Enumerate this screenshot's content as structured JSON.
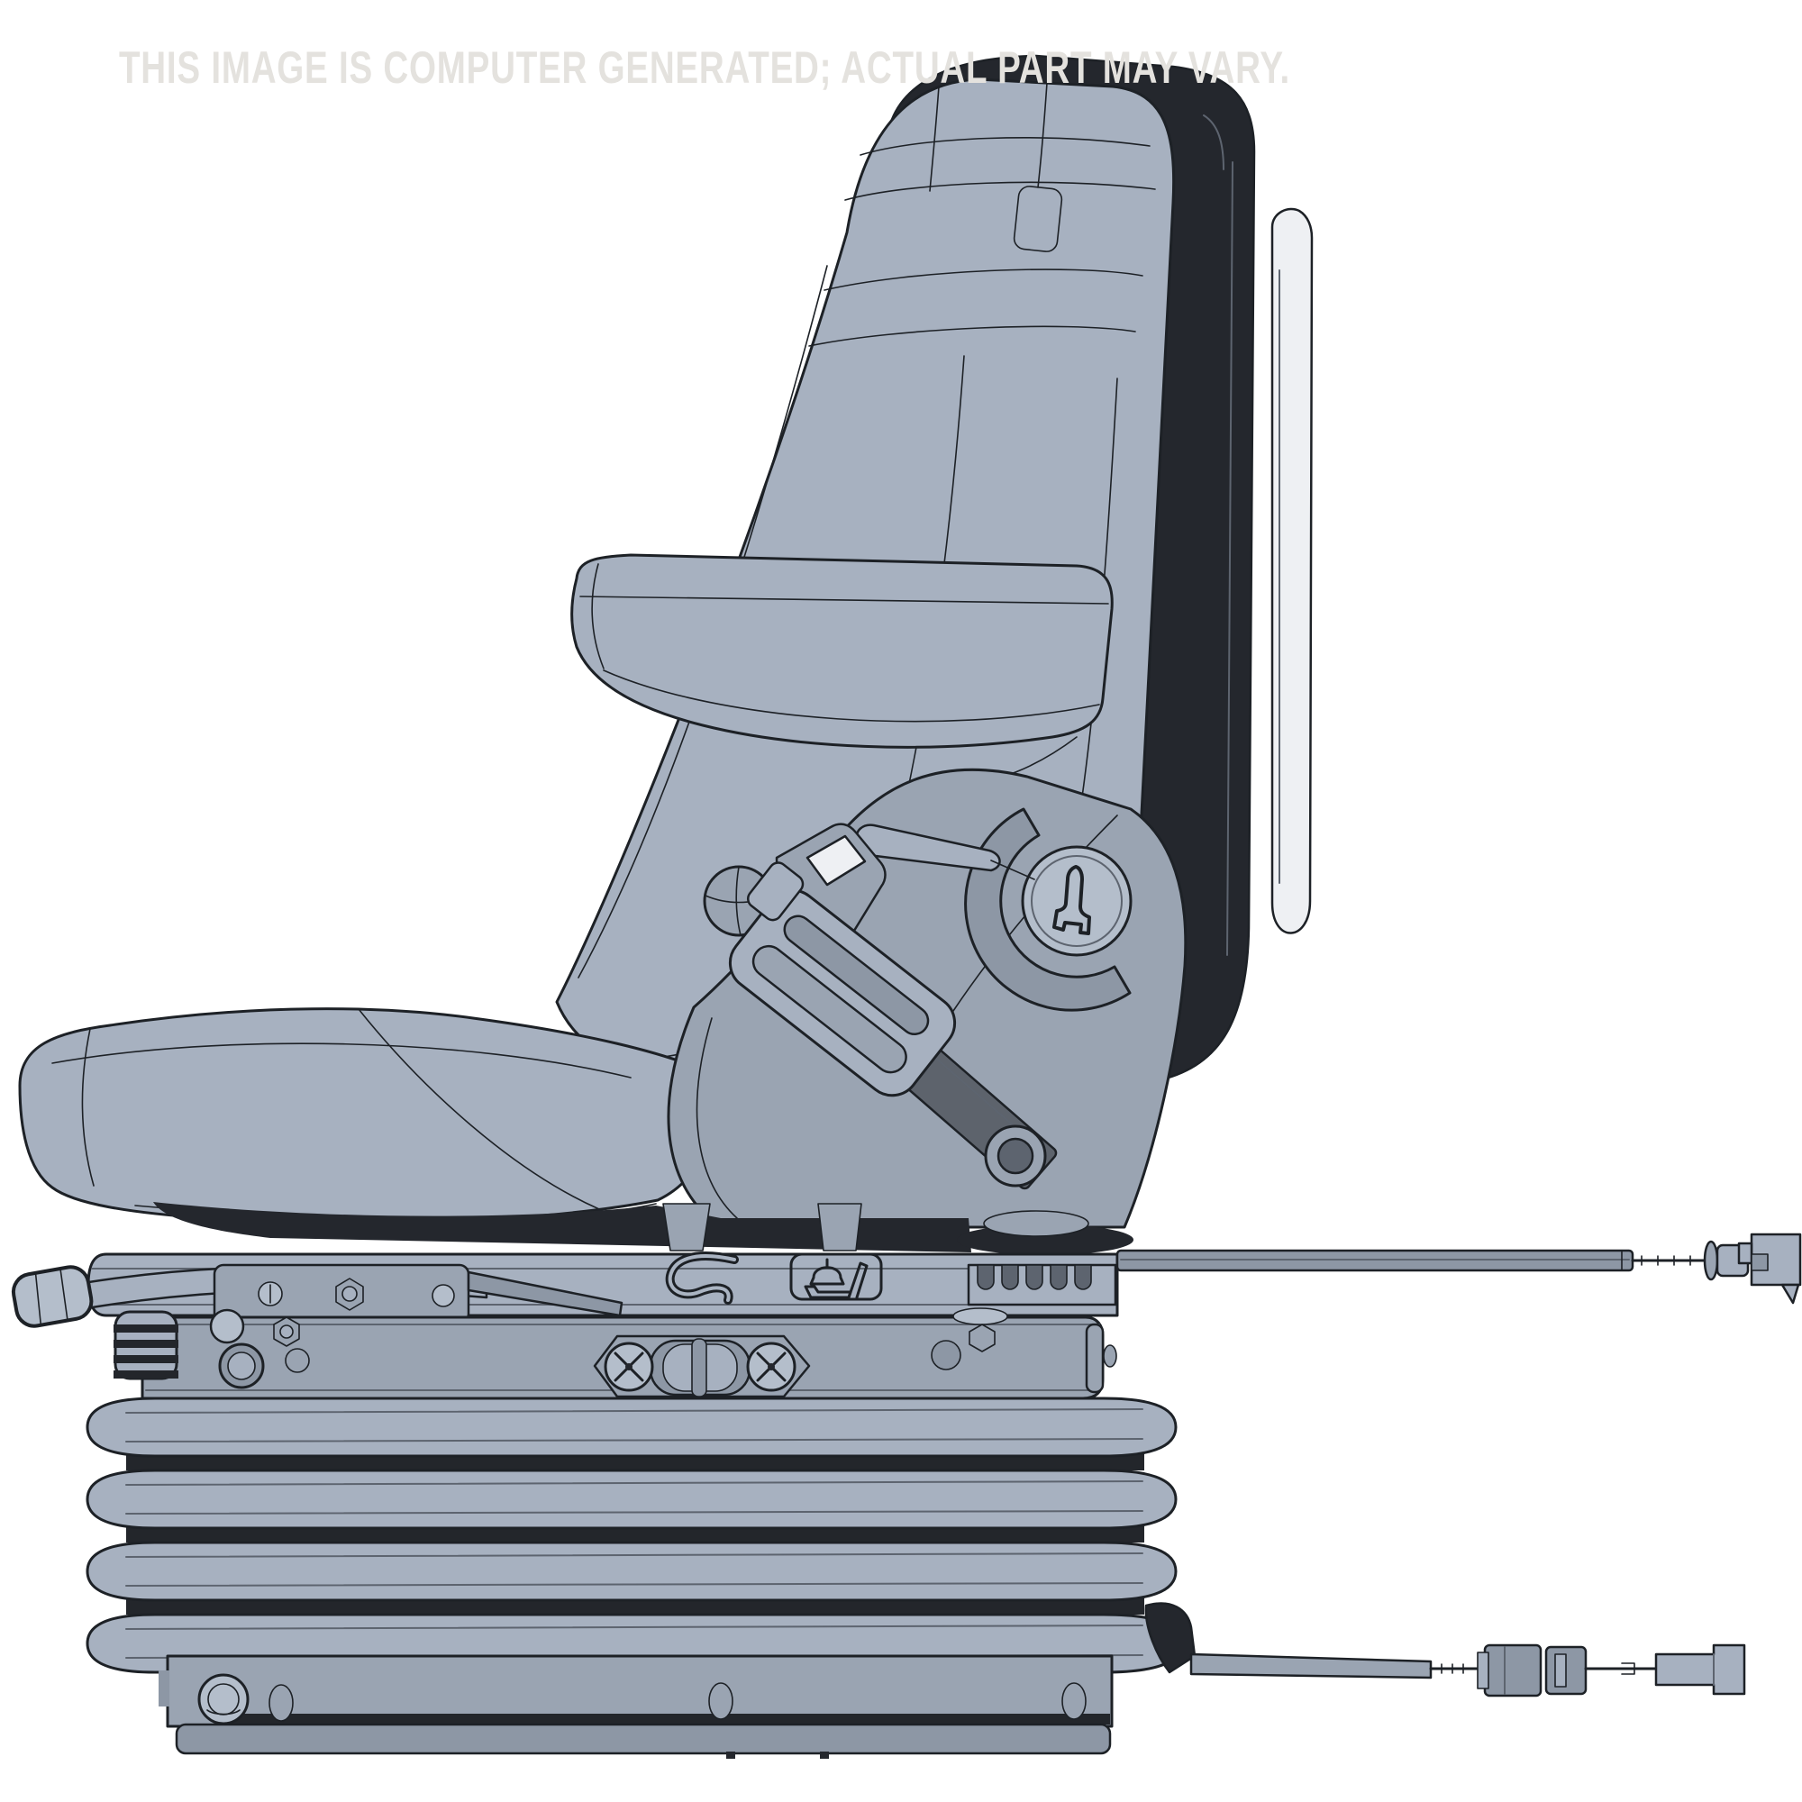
{
  "watermark": {
    "text": "THIS IMAGE IS COMPUTER GENERATED; ACTUAL PART MAY VARY."
  },
  "subject": {
    "name": "Mechanical suspension seat with armrest, side profile CAD render"
  },
  "icons": {
    "recline_knob_icon": "seat-profile-glyph",
    "suspension_badge_icon": "seat-suspension-glyph",
    "phillips_screw_icon": "cross-head-screw",
    "slide_lever_icon": "fore-aft-adjust-lever"
  },
  "colors": {
    "background": "#ffffff",
    "body": "#a7b1c0",
    "body_light": "#b4becb",
    "body_medium": "#9aa4b2",
    "body_dark": "#8d97a5",
    "shadow": "#5d646f",
    "shell_dark": "#24272d",
    "gap_dark": "#23262b",
    "rubber_strip": "#5d636c",
    "outline": "#1d2126",
    "watermark": "#e4e2de"
  }
}
